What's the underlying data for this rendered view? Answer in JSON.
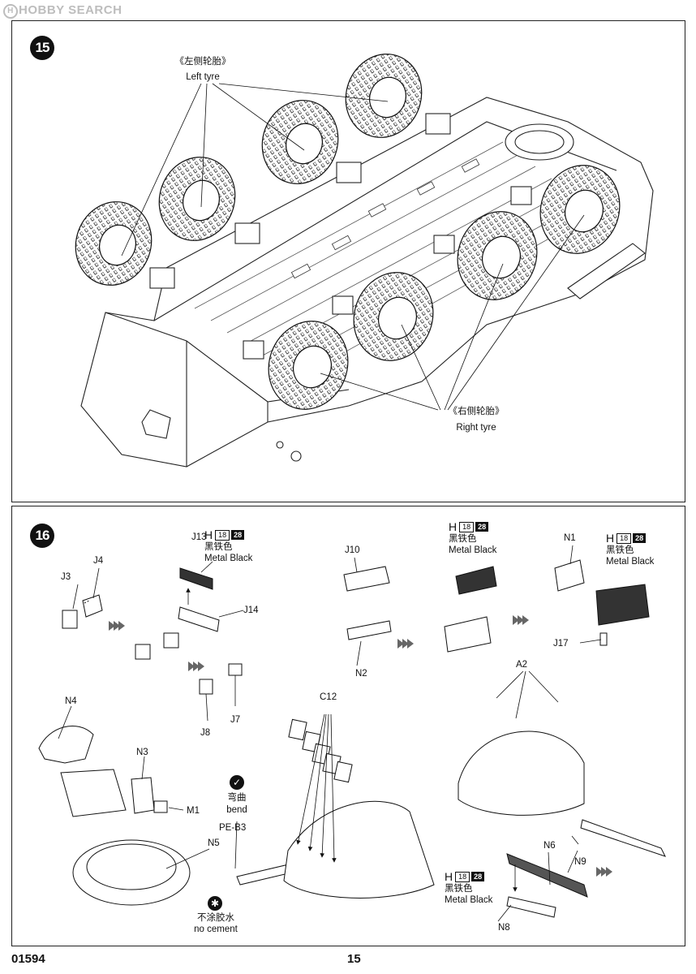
{
  "watermark": "HOBBY SEARCH",
  "step15": {
    "number": "15",
    "left_tyre_cn": "《左侧轮胎》",
    "left_tyre_en": "Left tyre",
    "right_tyre_cn": "《右侧轮胎》",
    "right_tyre_en": "Right tyre"
  },
  "step16": {
    "number": "16",
    "parts": {
      "J3": "J3",
      "J4": "J4",
      "J13": "J13",
      "J14": "J14",
      "J7": "J7",
      "J8": "J8",
      "J10": "J10",
      "N2": "N2",
      "N1": "N1",
      "J17": "J17",
      "N4": "N4",
      "N3": "N3",
      "M1": "M1",
      "N5": "N5",
      "C12": "C12",
      "PE_B3": "PE-B3",
      "A2": "A2",
      "N6": "N6",
      "N9": "N9",
      "N8": "N8"
    },
    "paint": {
      "h_letter": "H",
      "code_a": "18",
      "code_b": "28",
      "color_cn": "黑铁色",
      "color_en": "Metal  Black"
    },
    "bend_cn": "弯曲",
    "bend_en": "bend",
    "no_cement_cn": "不涂胶水",
    "no_cement_en": "no cement"
  },
  "footer": {
    "kit_number": "01594",
    "page_number": "15"
  }
}
